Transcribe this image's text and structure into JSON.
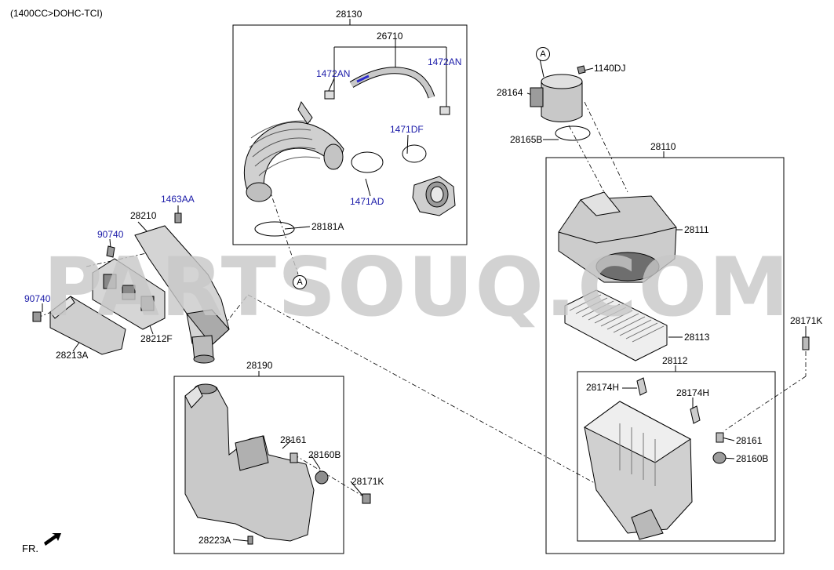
{
  "header": {
    "variant": "(1400CC>DOHC-TCI)"
  },
  "watermark": "PARTSOUQ.COM",
  "orientation_label": "FR.",
  "ref_markers": [
    "A",
    "A"
  ],
  "group_labels": {
    "g28130": "28130",
    "g28190": "28190",
    "g28110": "28110",
    "g28112": "28112"
  },
  "part_labels": {
    "p26710": "26710",
    "p1472AN_l": "1472AN",
    "p1472AN_r": "1472AN",
    "p1471DF": "1471DF",
    "p1471AD": "1471AD",
    "p28181A": "28181A",
    "p28164": "28164",
    "p1140DJ": "1140DJ",
    "p28165B": "28165B",
    "p28111": "28111",
    "p28113": "28113",
    "p28171K_r": "28171K",
    "p28174H_l": "28174H",
    "p28174H_r": "28174H",
    "p28161_r": "28161",
    "p28160B_r": "28160B",
    "p1463AA": "1463AA",
    "p28210": "28210",
    "p90740_a": "90740",
    "p90740_b": "90740",
    "p28212F": "28212F",
    "p28213A": "28213A",
    "p28161_l": "28161",
    "p28160B_l": "28160B",
    "p28171K_l": "28171K",
    "p28223A": "28223A"
  },
  "colors": {
    "label_blue": "#1a1aa8",
    "line": "#000000",
    "part_fill": "#d9d9d9",
    "part_dark": "#8a8a8a",
    "watermark": "#c8c8c8"
  }
}
